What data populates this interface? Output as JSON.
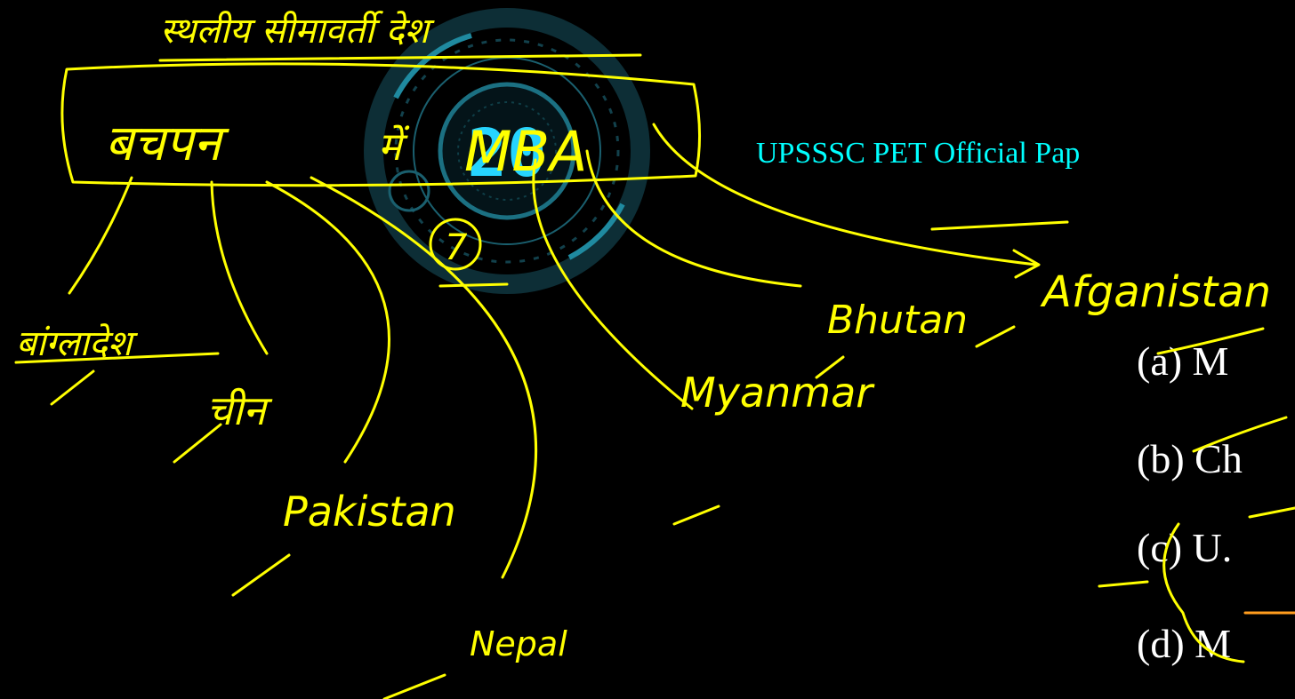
{
  "slide": {
    "header_title": "UPSSSC PET Official Pap",
    "options": [
      {
        "label": "(a)  M"
      },
      {
        "label": "(b)  Ch"
      },
      {
        "label": "(c)  U."
      },
      {
        "label": "(d)  M"
      }
    ]
  },
  "timer": {
    "value": "20",
    "accent_color": "#26d4ff"
  },
  "annotations": {
    "heading": "स्थलीय सीमावर्ती देश",
    "mnemonic_hindi": "बचपन",
    "mnemonic_mid": "में",
    "mnemonic_latin": "MBA",
    "count": "7",
    "countries": {
      "bangladesh": "बांग्लादेश",
      "china": "चीन",
      "pakistan": "Pakistan",
      "nepal": "Nepal",
      "myanmar": "Myanmar",
      "bhutan": "Bhutan",
      "afganistan": "Afganistan"
    },
    "ink_color": "#ffff00",
    "underline_color": "#ff9d1e"
  }
}
